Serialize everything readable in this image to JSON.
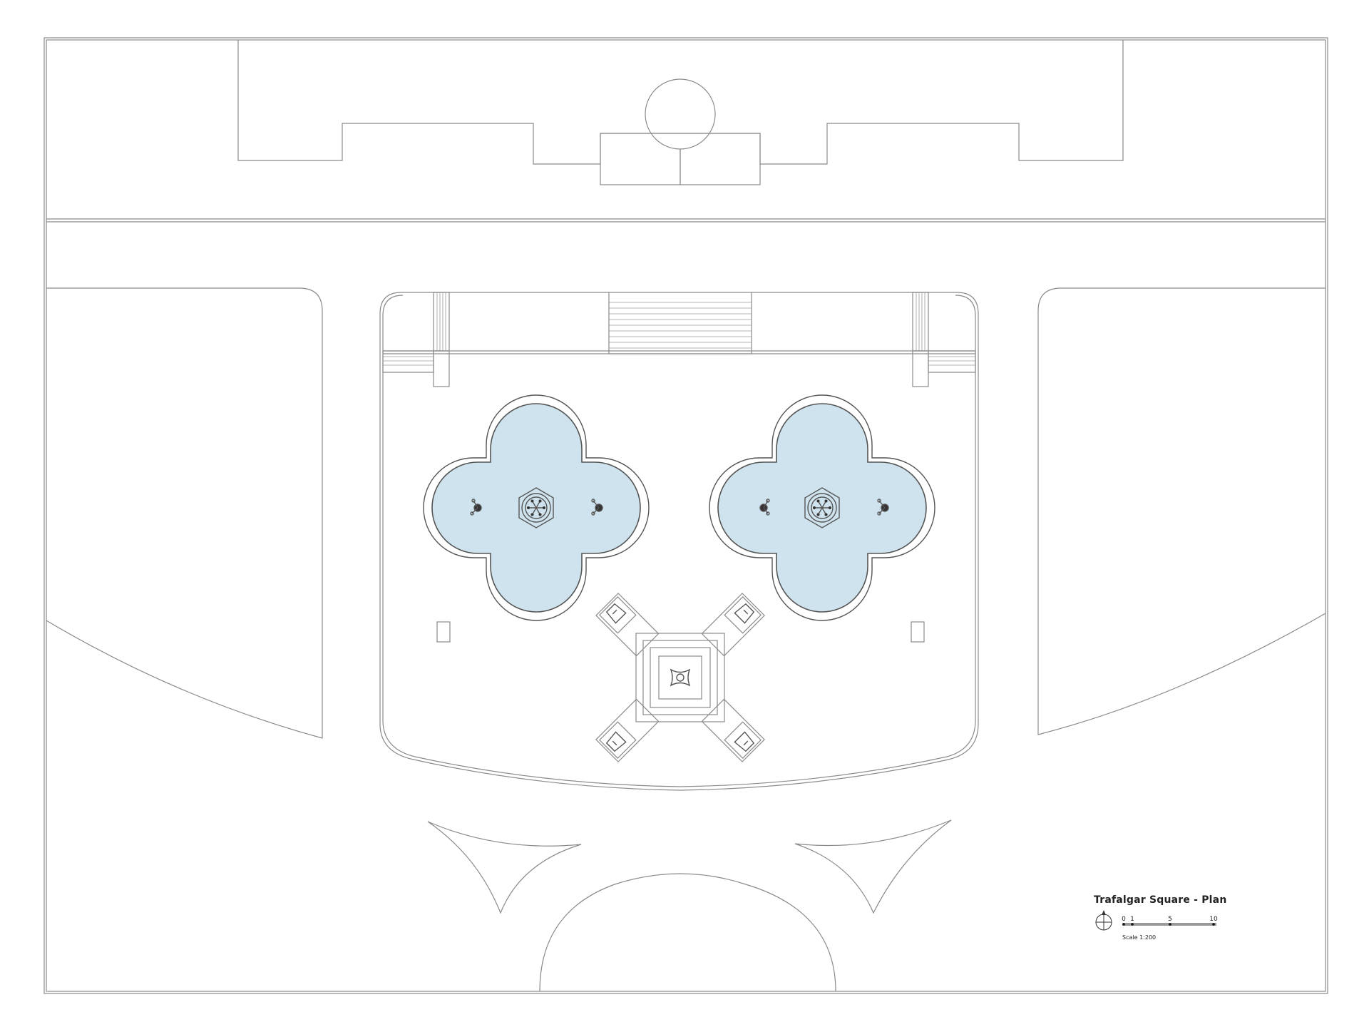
{
  "drawing": {
    "title": "Trafalgar Square - Plan",
    "scale_text": "Scale 1:200",
    "scale_ticks": [
      "0",
      "1",
      "5",
      "10"
    ],
    "water_color": "#cfe3ee",
    "line_color": "#8a8a8a",
    "icons": [
      "north-arrow-icon",
      "fountain-icon",
      "lion-statue-icon",
      "column-pedestal-icon"
    ]
  }
}
